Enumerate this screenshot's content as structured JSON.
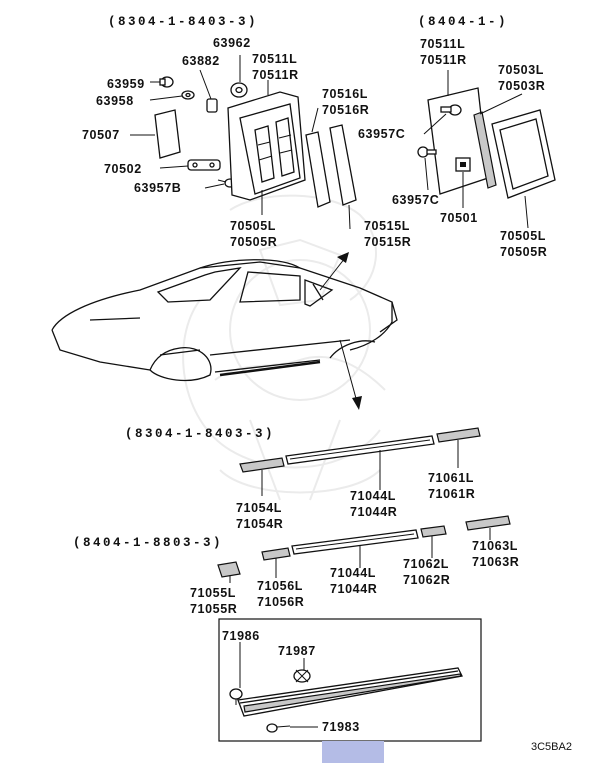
{
  "groups": {
    "upper_left": "(8304-1-8403-3)",
    "upper_right": "(8404-1-)",
    "mid": "(8304-1-8403-3)",
    "lower": "(8404-1-8803-3)"
  },
  "labels": {
    "p63962": "63962",
    "p63882": "63882",
    "p63959": "63959",
    "p63958": "63958",
    "p70507": "70507",
    "p70502": "70502",
    "p63957B": "63957B",
    "p70511_a1": "70511L",
    "p70511_a2": "70511R",
    "p70516_1": "70516L",
    "p70516_2": "70516R",
    "p70505_a1": "70505L",
    "p70505_a2": "70505R",
    "p70515_1": "70515L",
    "p70515_2": "70515R",
    "p70511_b1": "70511L",
    "p70511_b2": "70511R",
    "p70503_1": "70503L",
    "p70503_2": "70503R",
    "p63957C_a": "63957C",
    "p63957C_b": "63957C",
    "p70501": "70501",
    "p70505_b1": "70505L",
    "p70505_b2": "70505R",
    "p71054_1": "71054L",
    "p71054_2": "71054R",
    "p71044_a1": "71044L",
    "p71044_a2": "71044R",
    "p71061_1": "71061L",
    "p71061_2": "71061R",
    "p71055_1": "71055L",
    "p71055_2": "71055R",
    "p71056_1": "71056L",
    "p71056_2": "71056R",
    "p71044_b1": "71044L",
    "p71044_b2": "71044R",
    "p71062_1": "71062L",
    "p71062_2": "71062R",
    "p71063_1": "71063L",
    "p71063_2": "71063R",
    "p71986": "71986",
    "p71987": "71987",
    "p71983": "71983"
  },
  "diagram_code": "3C5BA2",
  "colors": {
    "line": "#111111",
    "highlight_box": "#b4bce6",
    "watermark": "#ebebeb"
  }
}
